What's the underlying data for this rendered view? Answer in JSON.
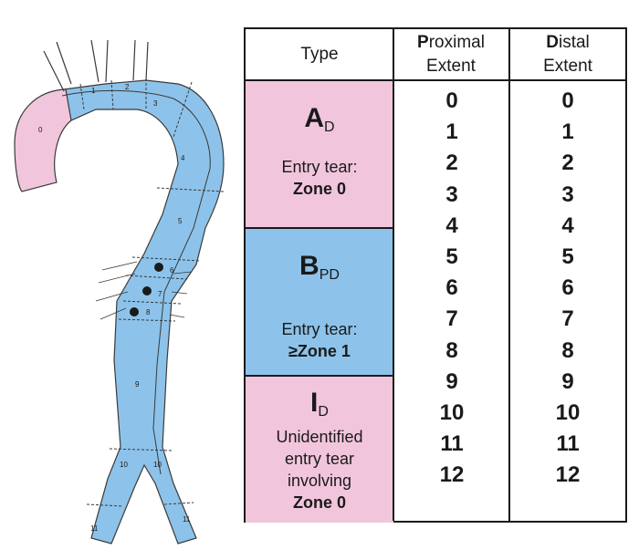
{
  "table": {
    "headers": {
      "type": "Type",
      "proximal_first": "P",
      "proximal_rest": "roximal",
      "proximal_line2": "Extent",
      "distal_first": "D",
      "distal_rest": "istal",
      "distal_line2": "Extent"
    },
    "types": [
      {
        "code": "A",
        "sub": "D",
        "line1": "Entry tear:",
        "line2": "Zone 0",
        "color": "#f1c6dc"
      },
      {
        "code": "B",
        "sub": "PD",
        "line1": "Entry tear:",
        "line2": "≥Zone 1",
        "color": "#8dc3ea"
      },
      {
        "code": "I",
        "sub": "D",
        "line1": "Unidentified",
        "line2": "entry tear",
        "line3": "involving",
        "line4": "Zone 0",
        "color": "#f1c6dc"
      }
    ],
    "proximal_extent": [
      "0",
      "1",
      "2",
      "3",
      "4",
      "5",
      "6",
      "7",
      "8",
      "9",
      "10",
      "11",
      "12"
    ],
    "distal_extent": [
      "0",
      "1",
      "2",
      "3",
      "4",
      "5",
      "6",
      "7",
      "8",
      "9",
      "10",
      "11",
      "12"
    ]
  },
  "figure": {
    "zones": {
      "z0": "0",
      "z1": "1",
      "z2": "2",
      "z3": "3",
      "z4": "4",
      "z5": "5",
      "z6": "6",
      "z7": "7",
      "z8": "8",
      "z9": "9",
      "z10a": "10",
      "z10b": "10",
      "z11a": "11",
      "z11b": "11"
    },
    "colors": {
      "aorta": "#8dc3ea",
      "zone0": "#f1c6dc",
      "outline": "#3a3a3a"
    }
  }
}
